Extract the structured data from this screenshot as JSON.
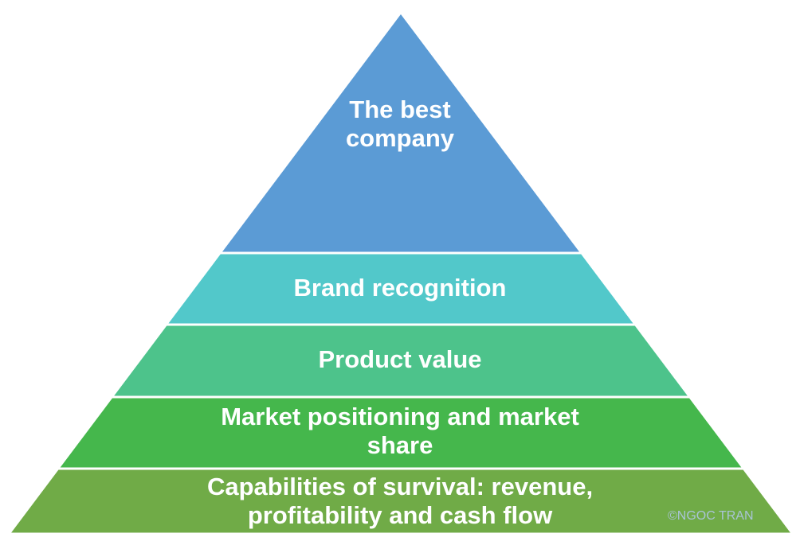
{
  "pyramid": {
    "levels": [
      {
        "lines": [
          "The best",
          "company"
        ],
        "color": "#5b9bd5"
      },
      {
        "lines": [
          "Brand recognition"
        ],
        "color": "#52c8ca"
      },
      {
        "lines": [
          "Product value"
        ],
        "color": "#4dc38b"
      },
      {
        "lines": [
          "Market positioning and market",
          "share"
        ],
        "color": "#45b74c"
      },
      {
        "lines": [
          "Capabilities of survival: revenue,",
          "profitability and cash flow"
        ],
        "color": "#70ab47"
      }
    ]
  },
  "watermark": "©NGOC TRAN"
}
